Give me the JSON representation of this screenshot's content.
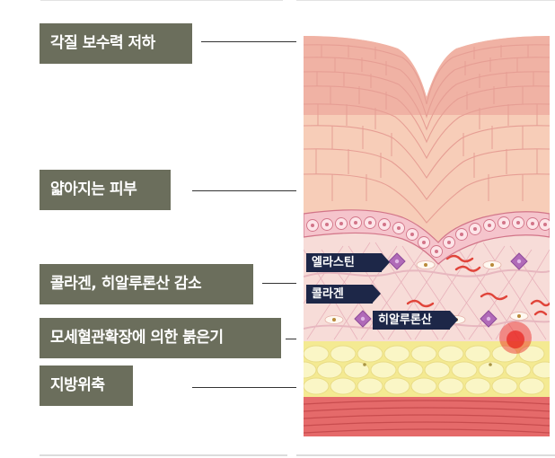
{
  "labels": {
    "keratin": "각질 보수력 저하",
    "thinning": "얇아지는 피부",
    "collagen_loss": "콜라겐, 히알루론산 감소",
    "redness": "모세혈관확장에 의한 붉은기",
    "fat_atrophy": "지방위축"
  },
  "tags": {
    "elastin": "엘라스틴",
    "collagen": "콜라겐",
    "hyaluronic": "히알루론산"
  },
  "colors": {
    "label_bg": "#6b6e5c",
    "tag_bg": "#1d2748",
    "epidermis": "#f3c8b2",
    "dermis": "#f6dcd8",
    "fat": "#f7f0a8",
    "muscle": "#e56a6a"
  }
}
